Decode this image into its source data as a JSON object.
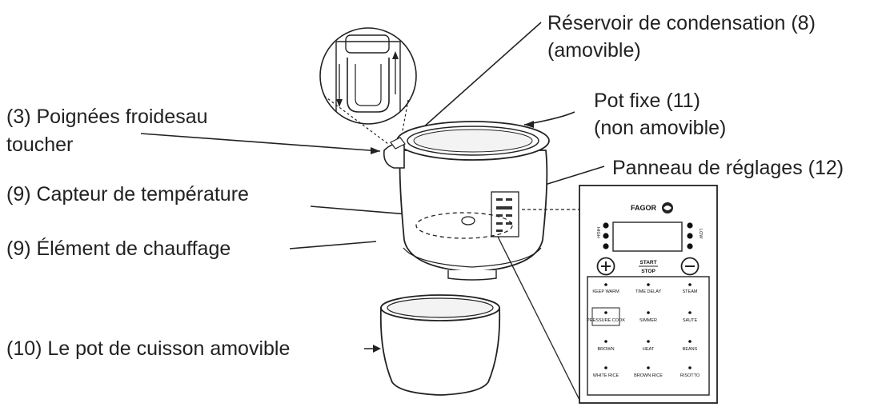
{
  "labels": {
    "reservoir_line1": "Réservoir de condensation (8)",
    "reservoir_line2": "(amovible)",
    "pot_fixe_line1": "Pot fixe (11)",
    "pot_fixe_line2": "(non amovible)",
    "panneau": "Panneau de réglages (12)",
    "poignees_line1": "(3) Poignées froidesau",
    "poignees_line2": "toucher",
    "capteur": "(9) Capteur de température",
    "element": "(9) Élément de chauffage",
    "pot_cuisson": "(10) Le pot de cuisson amovible"
  },
  "panel": {
    "brand": "FAGOR",
    "high": "HIGH",
    "low": "LOW",
    "start": "START",
    "stop": "STOP",
    "buttons": [
      [
        "KEEP WARM",
        "TIME DELAY",
        "STEAM"
      ],
      [
        "PRESSURE COOK",
        "SIMMER",
        "SAUTE"
      ],
      [
        "BROWN",
        "HEAT",
        "BEANS"
      ],
      [
        "WHITE RICE",
        "BROWN RICE",
        "RISOTTO"
      ]
    ]
  },
  "icons": [
    "plus-icon",
    "minus-icon",
    "fagor-logo-icon"
  ]
}
